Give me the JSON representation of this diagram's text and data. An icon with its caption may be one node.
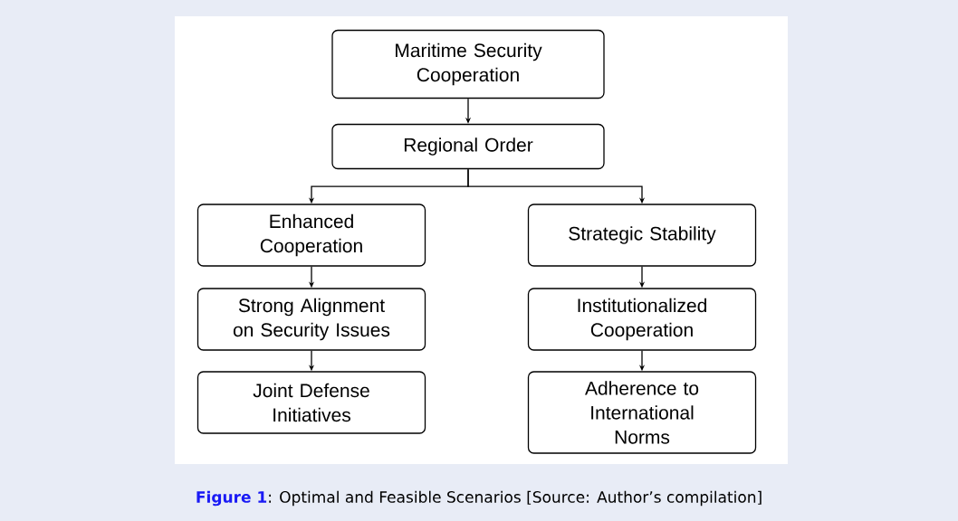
{
  "diagram": {
    "caption": "**Figure 1**: Optimal and Feasible Scenarios [Source: Author’s compilation]",
    "nodes": [
      {
        "text": [
          "Maritime Security Cooperation"
        ]
      },
      {
        "text": [
          "Regional Order"
        ]
      },
      {
        "text": [
          "Enhanced Cooperation"
        ]
      },
      {
        "text": [
          "Strategic Stability"
        ]
      },
      {
        "text": [
          "Strong Alignment on Security Issues"
        ]
      },
      {
        "text": [
          "Institutionalized Cooperation"
        ]
      },
      {
        "text": [
          "Joint Defense Initiatives"
        ]
      },
      {
        "text": [
          "Adherence to International Norms"
        ]
      }
    ],
    "edges": [
      {
        "from": 0,
        "to": 1,
        "arrow": "to"
      },
      {
        "from": 1,
        "to": 2,
        "arrow": "to"
      },
      {
        "from": 1,
        "to": 3,
        "arrow": "to"
      },
      {
        "from": 2,
        "to": 4,
        "arrow": "to"
      },
      {
        "from": 4,
        "to": 6,
        "arrow": "to"
      },
      {
        "from": 3,
        "to": 5,
        "arrow": "to"
      },
      {
        "from": 5,
        "to": 7,
        "arrow": "to"
      }
    ]
  }
}
